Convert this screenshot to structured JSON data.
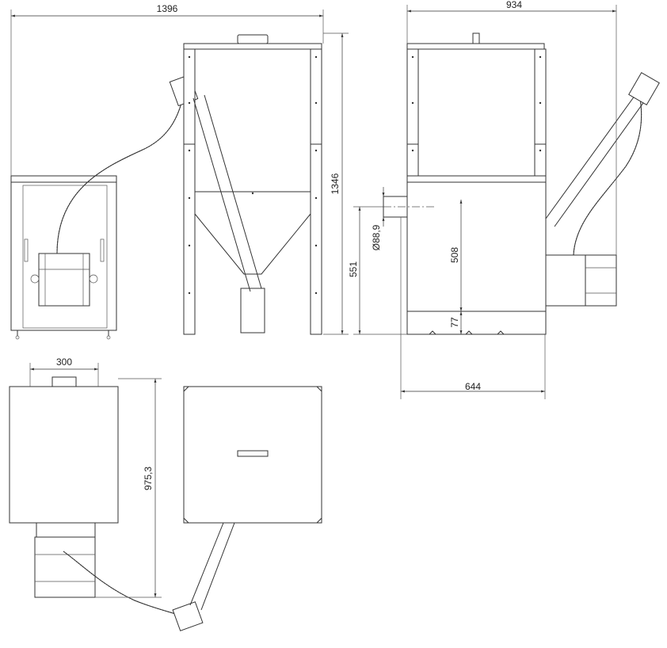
{
  "dimensions": {
    "overall_width": "1396",
    "overall_height": "1346",
    "side_width": "934",
    "depth": "644",
    "pipe_diameter": "Ø88,9",
    "outlet_height": "551",
    "pipe_center_height": "508",
    "base_offset": "77",
    "top_width": "300",
    "top_depth": "975,3"
  }
}
